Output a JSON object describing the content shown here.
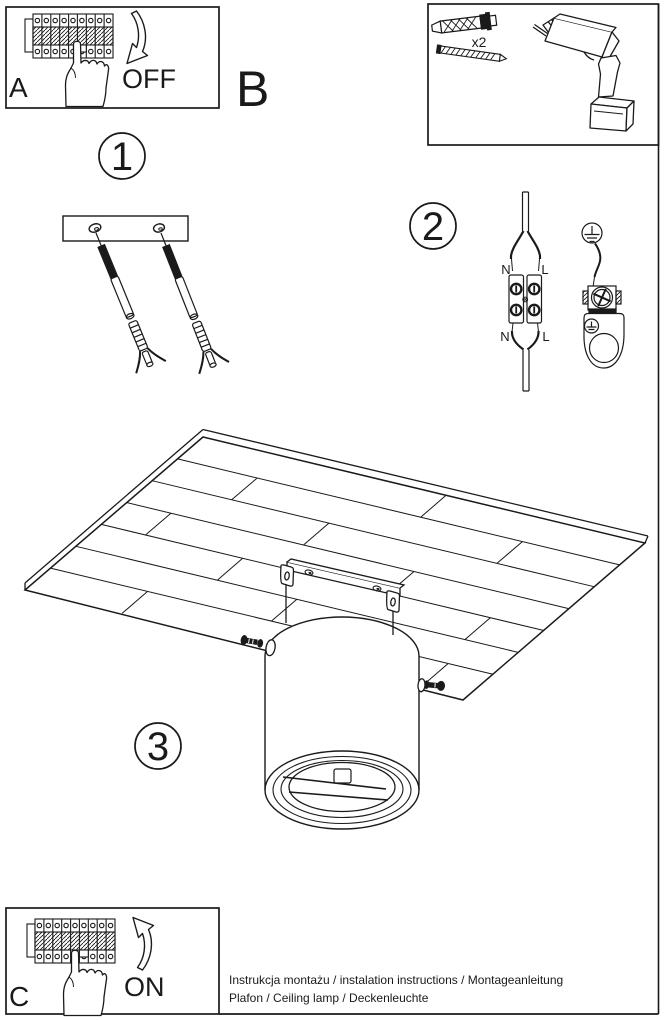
{
  "colors": {
    "background": "#ffffff",
    "ink": "#1a1a1a"
  },
  "box_a": {
    "label": "A",
    "state": "OFF"
  },
  "box_b": {
    "label": "B",
    "anchor_count": "x2"
  },
  "step_1": {
    "number": "1"
  },
  "step_2": {
    "number": "2",
    "wires": {
      "top_left": "N",
      "top_right": "L",
      "bottom_left": "N",
      "bottom_right": "L"
    }
  },
  "step_3": {
    "number": "3"
  },
  "box_c": {
    "label": "C",
    "state": "ON"
  },
  "footer": {
    "line_1": "Instrukcja montażu / instalation instructions / Montageanleitung",
    "line_2": "Plafon / Ceiling lamp / Deckenleuchte"
  }
}
